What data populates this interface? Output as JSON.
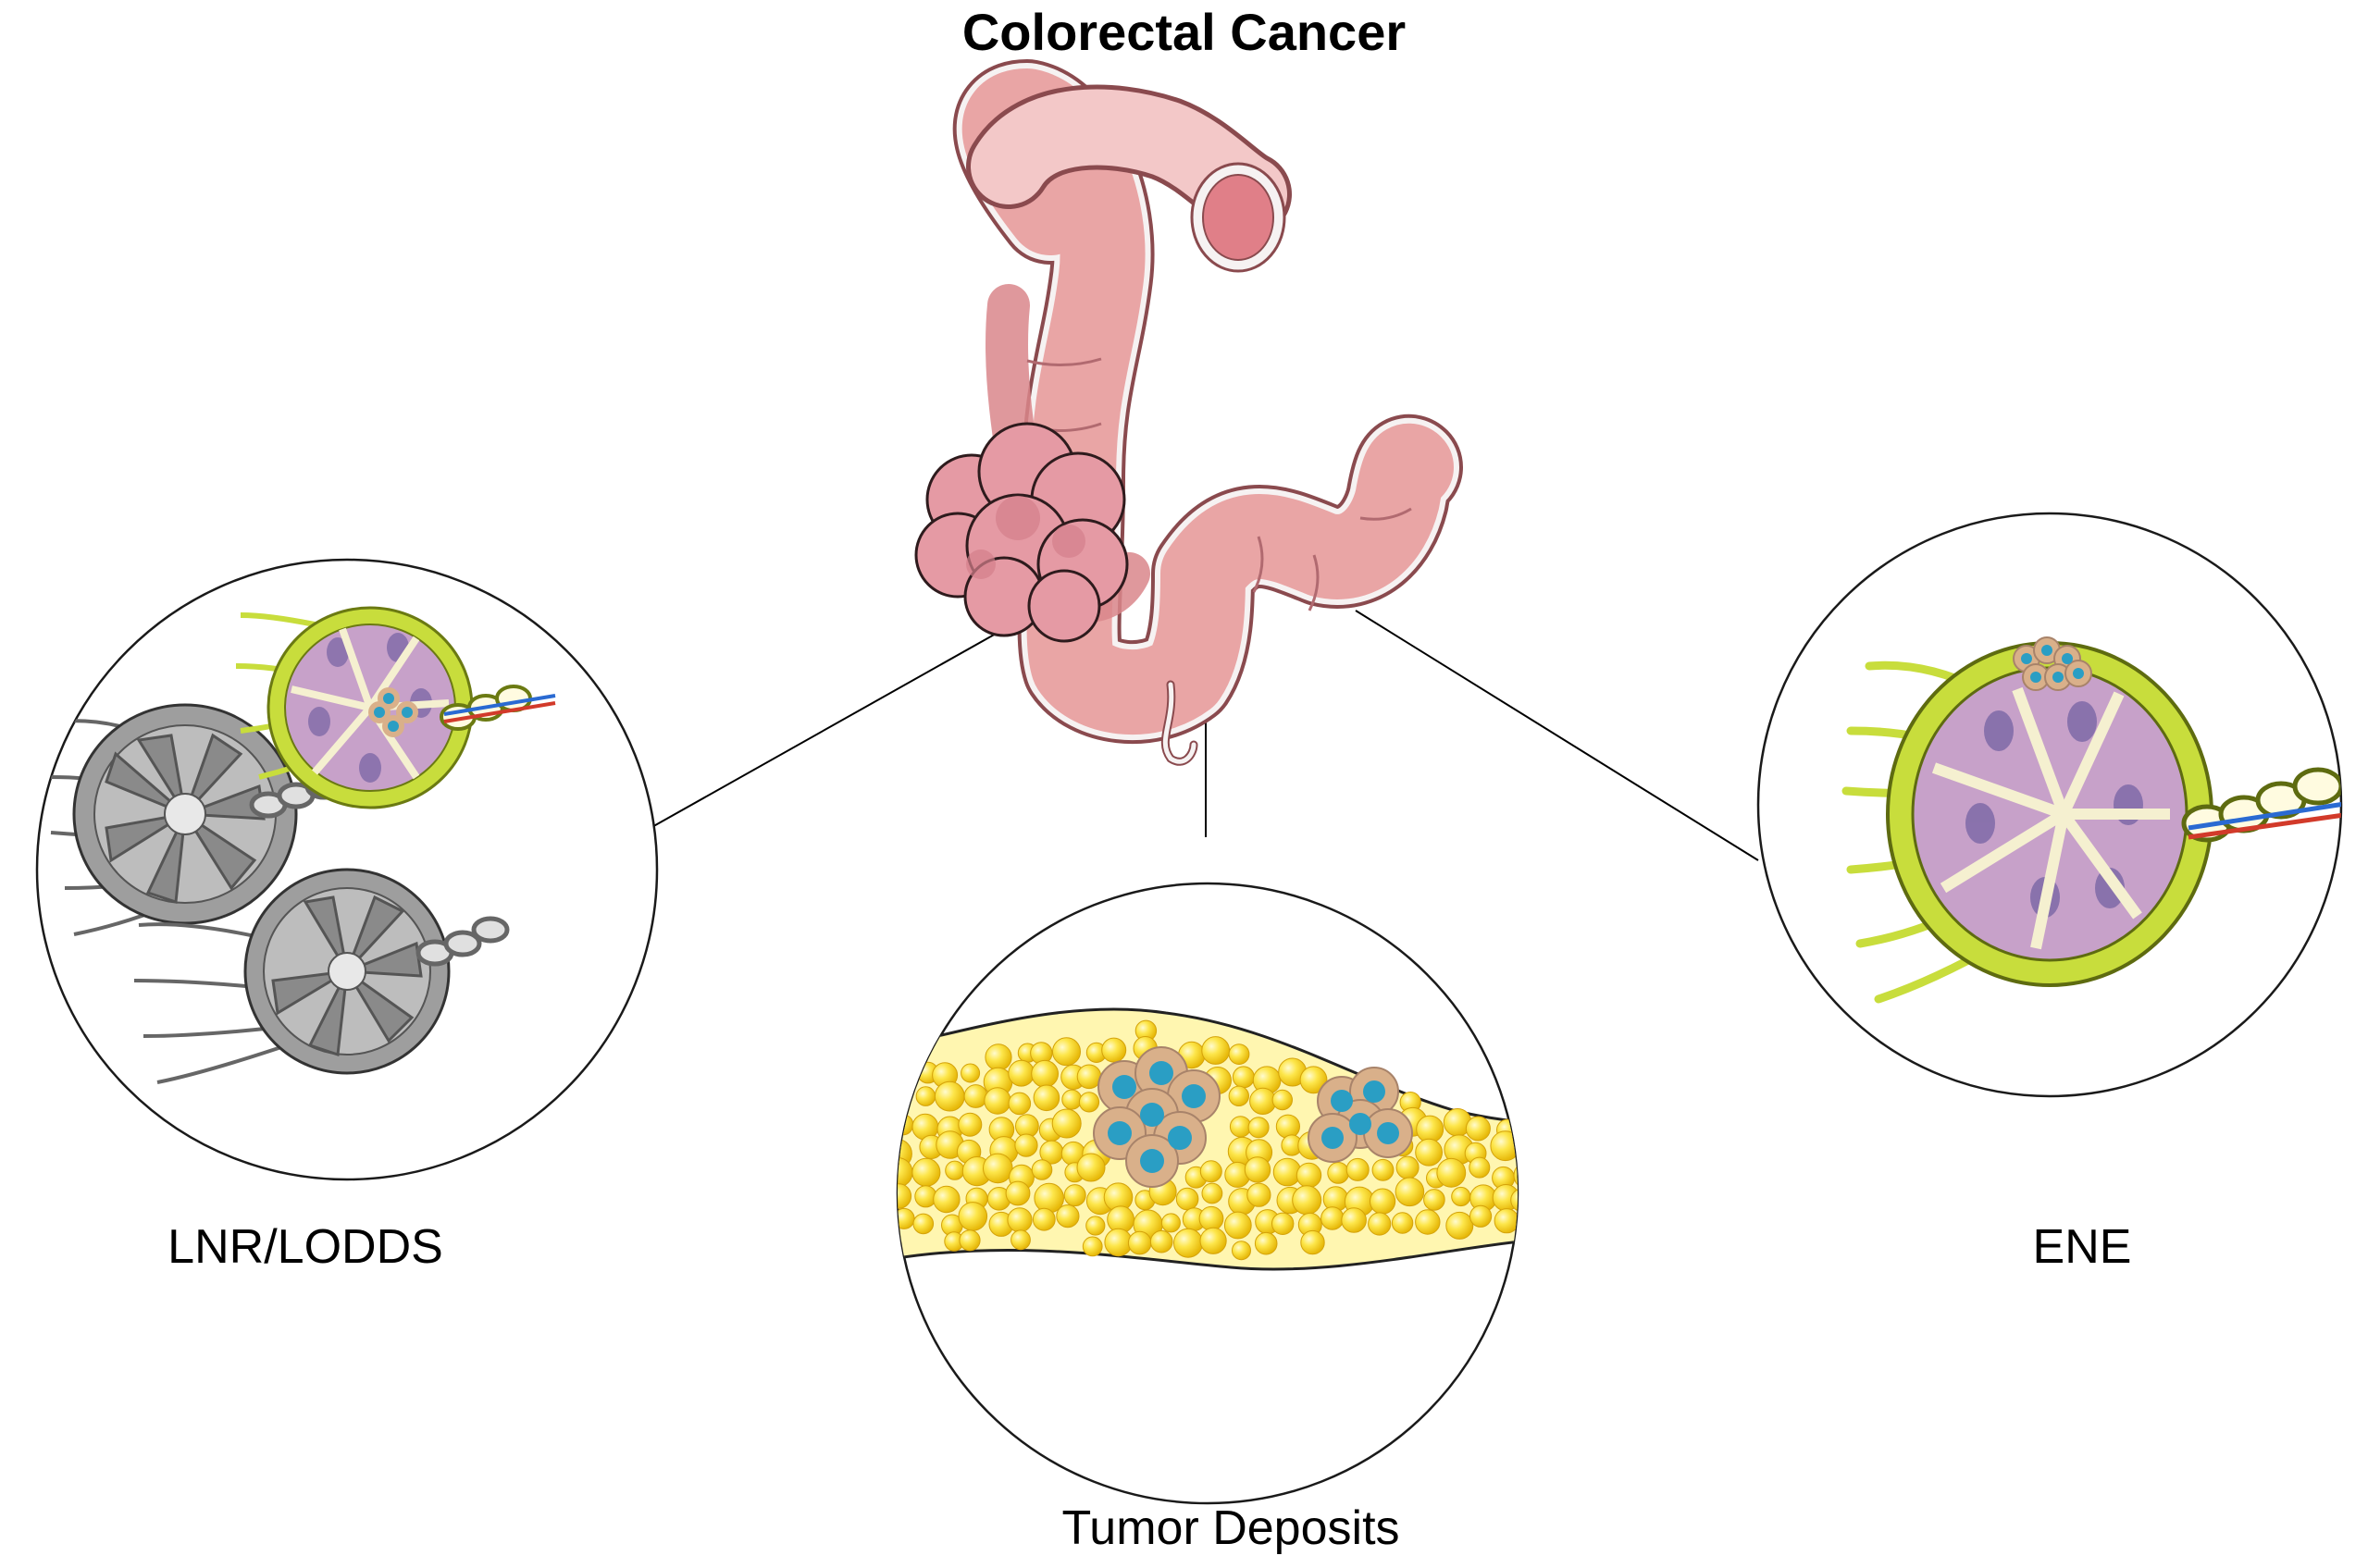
{
  "diagram": {
    "title": "Colorectal Cancer",
    "panels": [
      {
        "id": "left",
        "label": "LNR/LODDS",
        "content": "lymph-nodes"
      },
      {
        "id": "center",
        "label": "Tumor Deposits",
        "content": "tumor-deposits"
      },
      {
        "id": "right",
        "label": "ENE",
        "content": "extranodal-extension"
      }
    ],
    "colors": {
      "colon_fill": "#e9a5a5",
      "colon_inner": "#d9868b",
      "colon_stroke": "#8a4a4e",
      "tumor_fill": "#e59aa4",
      "node_gray": "#a9a9a9",
      "node_green": "#c8dd3c",
      "node_purple": "#c7a1c9",
      "fat_yellow": "#fde64a",
      "cell_blue": "#2a9ec4",
      "cell_tan": "#d9b08a"
    }
  }
}
